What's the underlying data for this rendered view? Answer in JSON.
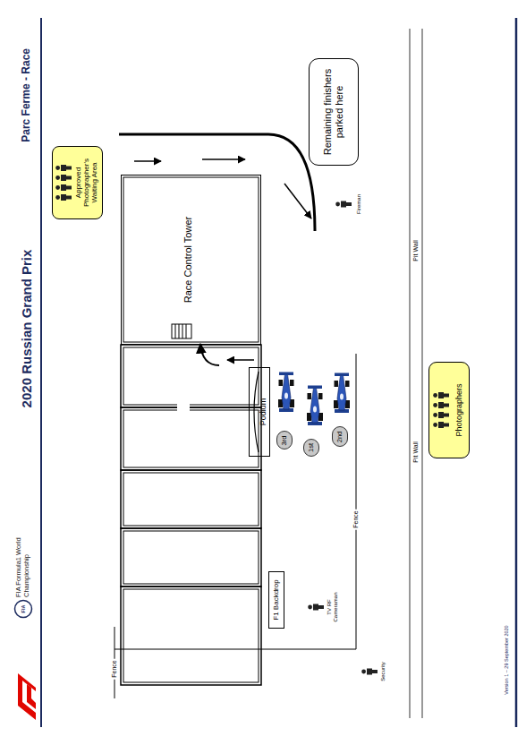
{
  "diagram": {
    "title": "2020 Russian Grand Prix",
    "nodes": [
      {
        "text": [
          "Approved Photographer's Waiting Area"
        ]
      },
      {
        "text": [
          "Race Control Tower"
        ]
      },
      {
        "text": [
          "Podium"
        ]
      },
      {
        "text": [
          "3rd"
        ]
      },
      {
        "text": [
          "1st"
        ]
      },
      {
        "text": [
          "2nd"
        ]
      },
      {
        "text": [
          "F1 Backdrop"
        ]
      },
      {
        "text": [
          "Photographers"
        ]
      },
      {
        "text": [
          "Remaining finishers parked here"
        ]
      }
    ],
    "labels": [
      "FIA",
      "FIA Formula1 World Championship",
      "Parc Ferme - Race",
      "Fireman",
      "Security",
      "TV RF Cameraman",
      "Fence",
      "Fence",
      "Pit Wall",
      "Pit Wall",
      "Version 1 – 29 September 2020"
    ]
  }
}
